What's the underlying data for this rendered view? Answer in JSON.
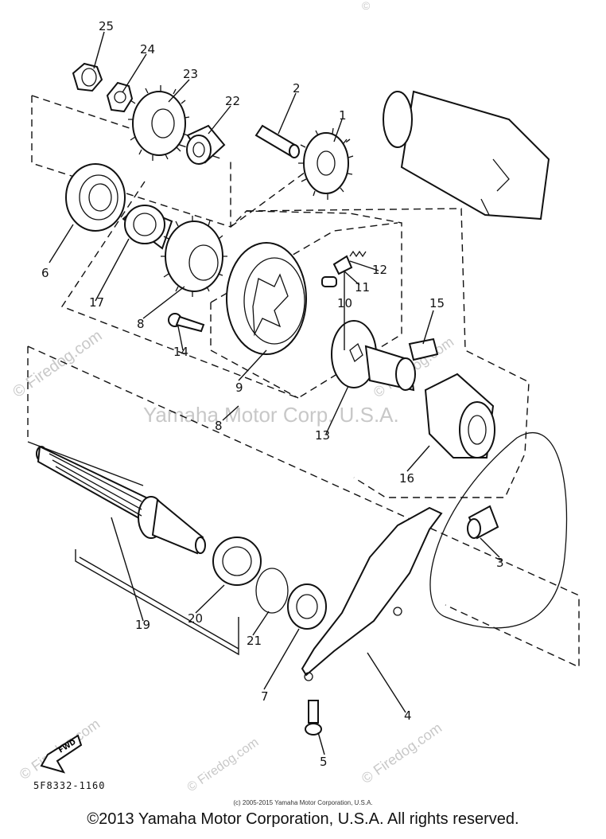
{
  "labels": {
    "p1": "1",
    "p2": "2",
    "p3": "3",
    "p4": "4",
    "p5": "5",
    "p6": "6",
    "p7": "7",
    "p8a": "8",
    "p8b": "8",
    "p9": "9",
    "p10": "10",
    "p11": "11",
    "p12": "12",
    "p13": "13",
    "p14": "14",
    "p15": "15",
    "p16": "16",
    "p17": "17",
    "p19": "19",
    "p20": "20",
    "p21": "21",
    "p22": "22",
    "p23": "23",
    "p24": "24",
    "p25": "25"
  },
  "fwd_label": "FWD",
  "diagram_ref": "5F8332-1160",
  "watermarks": {
    "center": "Yamaha Motor Corp, U.S.A.",
    "firedog_left": "© Firedog.com",
    "firedog_right": "© Firedog.com",
    "firedog_bottom_left": "© Firedog.com",
    "firedog_bottom_right": "© Firedog.com",
    "firedog_bottom_mid": "© Firedog.com",
    "firedog_top_right": "©"
  },
  "footer": {
    "small": "(c) 2005-2015 Yamaha Motor Corporation, U.S.A.",
    "main": "©2013 Yamaha Motor Corporation, U.S.A. All rights reserved."
  }
}
